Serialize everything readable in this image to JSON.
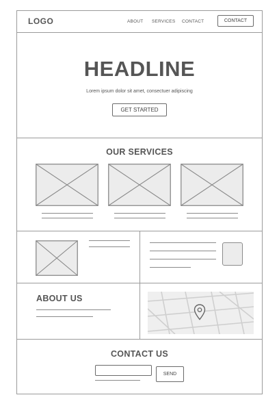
{
  "header": {
    "logo": "LOGO",
    "nav": [
      "ABOUT",
      "SERVICES",
      "CONTACT"
    ],
    "cta": "CONTACT"
  },
  "hero": {
    "headline": "HEADLINE",
    "subtext": "Lorem ipsum dolor sit amet, consectuer adipiscing",
    "button": "GET STARTED"
  },
  "services": {
    "title": "OUR SERVICES"
  },
  "about": {
    "title": "ABOUT US"
  },
  "contact": {
    "title": "CONTACT US",
    "input_value": "",
    "send": "SEND"
  },
  "icons": {
    "map_pin": "map-pin-icon",
    "image": "image-placeholder-icon"
  },
  "colors": {
    "line": "#9a9a9a",
    "text": "#555555",
    "placeholder_fill": "#ececec"
  }
}
